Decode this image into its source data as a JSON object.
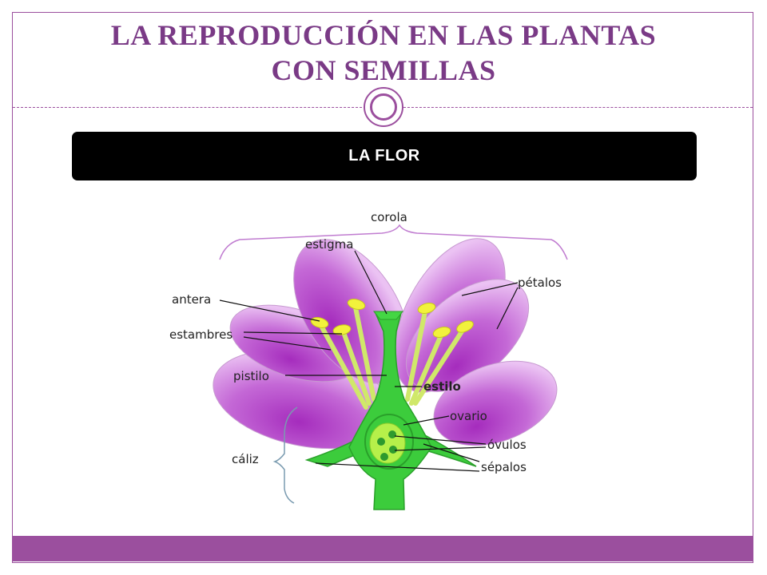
{
  "title": {
    "line1": "LA REPRODUCCIÓN EN LAS PLANTAS",
    "line2": "CON  SEMILLAS"
  },
  "section": {
    "label": "LA FLOR"
  },
  "diagram": {
    "labels": {
      "corola": "corola",
      "estigma": "estigma",
      "petalos": "pétalos",
      "antera": "antera",
      "estambres": "estambres",
      "pistilo": "pistilo",
      "estilo": "estilo",
      "ovario": "ovario",
      "ovulos": "óvulos",
      "caliz": "cáliz",
      "sepalos": "sépalos"
    }
  },
  "colors": {
    "accent": "#9b4f9e",
    "title": "#7a3a86",
    "petal": "#b44fc6",
    "petal_light": "#e2a6ee",
    "green": "#3ccc3c",
    "ovary_inner": "#b6f04a",
    "stamen": "#d8e878",
    "anther": "#f2f23c"
  }
}
